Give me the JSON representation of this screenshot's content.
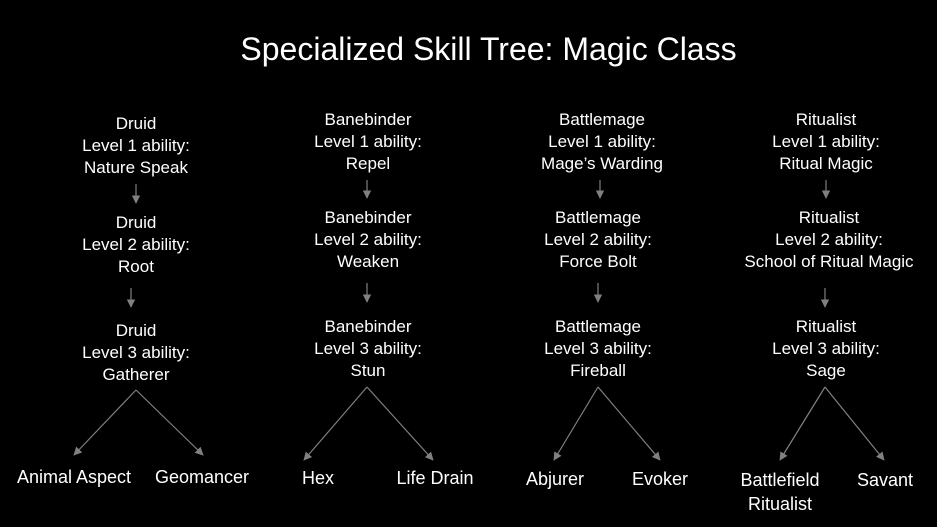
{
  "title": "Specialized Skill Tree: Magic Class",
  "columns": [
    {
      "levels": [
        {
          "name": "Druid",
          "level": "Level 1 ability:",
          "ability": "Nature Speak"
        },
        {
          "name": "Druid",
          "level": "Level 2 ability:",
          "ability": "Root"
        },
        {
          "name": "Druid",
          "level": "Level 3 ability:",
          "ability": "Gatherer"
        }
      ],
      "branches": [
        "Animal Aspect",
        "Geomancer"
      ]
    },
    {
      "levels": [
        {
          "name": "Banebinder",
          "level": "Level 1 ability:",
          "ability": "Repel"
        },
        {
          "name": "Banebinder",
          "level": "Level 2 ability:",
          "ability": "Weaken"
        },
        {
          "name": "Banebinder",
          "level": "Level 3 ability:",
          "ability": "Stun"
        }
      ],
      "branches": [
        "Hex",
        "Life Drain"
      ]
    },
    {
      "levels": [
        {
          "name": "Battlemage",
          "level": "Level 1 ability:",
          "ability": "Mage’s Warding"
        },
        {
          "name": "Battlemage",
          "level": "Level 2 ability:",
          "ability": "Force Bolt"
        },
        {
          "name": "Battlemage",
          "level": "Level 3 ability:",
          "ability": "Fireball"
        }
      ],
      "branches": [
        "Abjurer",
        "Evoker"
      ]
    },
    {
      "levels": [
        {
          "name": "Ritualist",
          "level": "Level 1 ability:",
          "ability": "Ritual Magic"
        },
        {
          "name": "Ritualist",
          "level": "Level 2 ability:",
          "ability": "School of Ritual Magic"
        },
        {
          "name": "Ritualist",
          "level": "Level 3 ability:",
          "ability": "Sage"
        }
      ],
      "branches": [
        "Battlefield Ritualist",
        "Savant"
      ]
    }
  ],
  "colors": {
    "background": "#000000",
    "text": "#ffffff",
    "connector": "#808080"
  }
}
